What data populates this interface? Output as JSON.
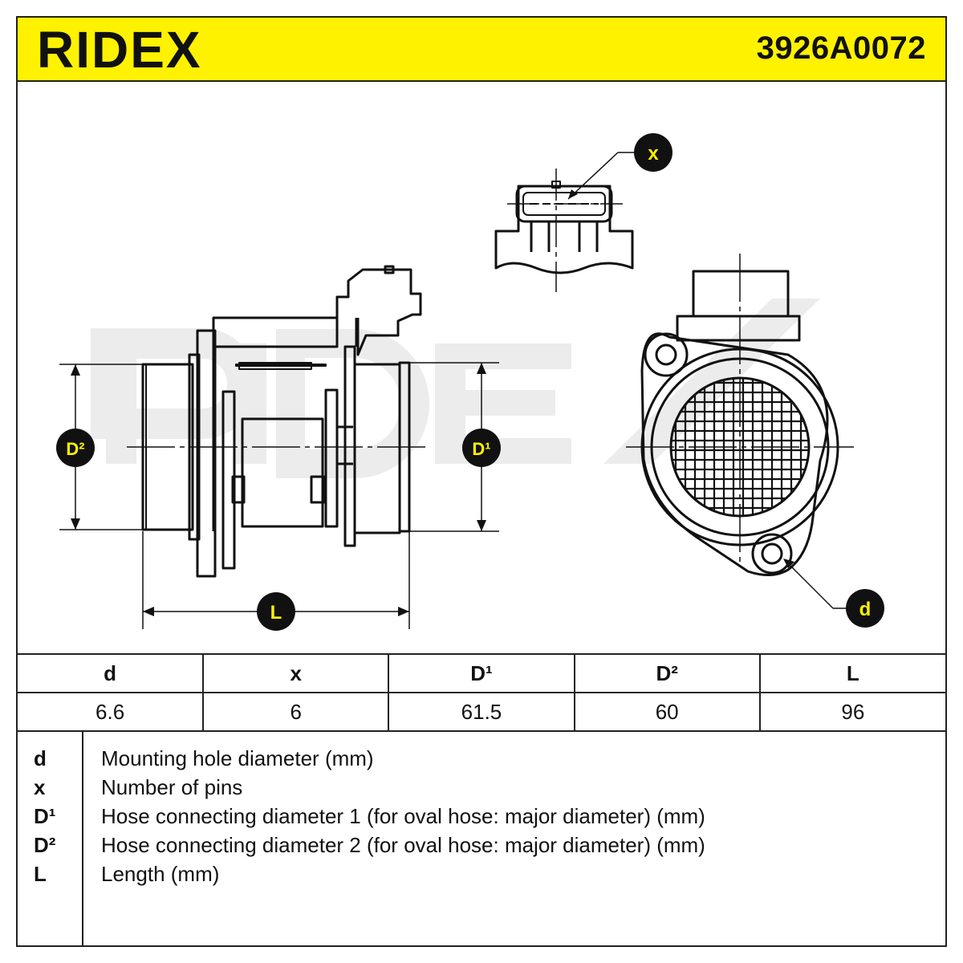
{
  "header": {
    "brand": "RIDEX",
    "part_number": "3926A0072",
    "brand_color": "#111111",
    "background_color": "#fff200"
  },
  "callouts": {
    "pins": "x",
    "hole": "d",
    "diameter1": "D¹",
    "diameter2": "D²",
    "length": "L"
  },
  "dimensions_table": {
    "headers": [
      "d",
      "x",
      "D¹",
      "D²",
      "L"
    ],
    "values": [
      "6.6",
      "6",
      "61.5",
      "60",
      "96"
    ]
  },
  "legend": [
    {
      "key": "d",
      "description": "Mounting hole diameter (mm)"
    },
    {
      "key": "x",
      "description": "Number of pins"
    },
    {
      "key": "D¹",
      "description": "Hose connecting diameter 1 (for oval hose: major diameter) (mm)"
    },
    {
      "key": "D²",
      "description": "Hose connecting diameter 2 (for oval hose: major diameter) (mm)"
    },
    {
      "key": "L",
      "description": "Length (mm)"
    }
  ],
  "colors": {
    "accent": "#fff200",
    "line": "#111111",
    "watermark": "#ececec"
  }
}
